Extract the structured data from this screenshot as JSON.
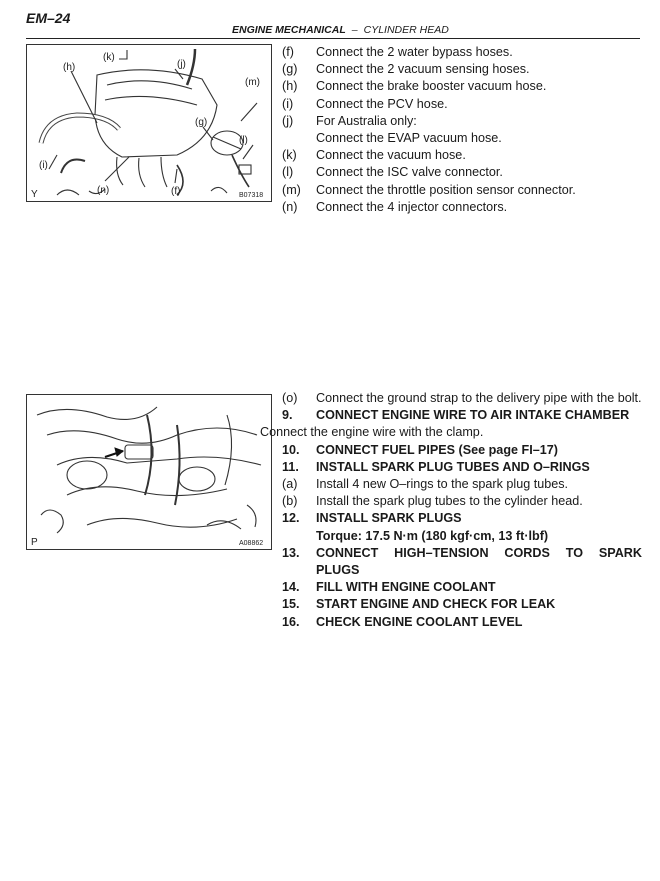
{
  "header": {
    "page_id": "EM–24",
    "section": "ENGINE MECHANICAL",
    "separator": "–",
    "subsection": "CYLINDER HEAD"
  },
  "figure1": {
    "corner_letter": "Y",
    "code": "B07318",
    "callouts": [
      "(k)",
      "(j)",
      "(h)",
      "(m)",
      "(g)",
      "(l)",
      "(i)",
      "(n)",
      "(f)"
    ]
  },
  "figure2": {
    "corner_letter": "P",
    "code": "A08862"
  },
  "steps_block1": [
    {
      "label": "(f)",
      "text": "Connect the 2 water bypass hoses."
    },
    {
      "label": "(g)",
      "text": "Connect the 2 vacuum sensing hoses."
    },
    {
      "label": "(h)",
      "text": "Connect the brake booster vacuum hose."
    },
    {
      "label": "(i)",
      "text": "Connect the PCV hose."
    },
    {
      "label": "(j)",
      "text": "For Australia only:"
    },
    {
      "label": "",
      "text": "Connect the EVAP vacuum hose."
    },
    {
      "label": "(k)",
      "text": "Connect the vacuum hose."
    },
    {
      "label": "(l)",
      "text": "Connect the ISC valve connector."
    },
    {
      "label": "(m)",
      "text": "Connect the throttle position sensor connector."
    },
    {
      "label": "(n)",
      "text": "Connect the 4 injector connectors."
    }
  ],
  "steps_block2": {
    "o": {
      "label": "(o)",
      "text": "Connect the ground strap to the delivery pipe with the bolt."
    },
    "s9": {
      "num": "9.",
      "title": "CONNECT ENGINE WIRE TO AIR INTAKE CHAMBER",
      "note": "Connect the engine wire with the clamp."
    },
    "s10": {
      "num": "10.",
      "title": "CONNECT FUEL PIPES (See page FI–17)"
    },
    "s11": {
      "num": "11.",
      "title": "INSTALL SPARK PLUG TUBES AND O–RINGS"
    },
    "s11a": {
      "label": "(a)",
      "text": "Install 4 new O–rings to the spark plug tubes."
    },
    "s11b": {
      "label": "(b)",
      "text": "Install the spark plug tubes to the cylinder head."
    },
    "s12": {
      "num": "12.",
      "title": "INSTALL SPARK PLUGS",
      "torque": "Torque: 17.5 N·m (180 kgf·cm, 13 ft·lbf)"
    },
    "s13": {
      "num": "13.",
      "title_line1": "CONNECT HIGH–TENSION CORDS TO SPARK",
      "title_line2": "PLUGS"
    },
    "s14": {
      "num": "14.",
      "title": "FILL WITH ENGINE COOLANT"
    },
    "s15": {
      "num": "15.",
      "title": "START ENGINE AND CHECK FOR LEAK"
    },
    "s16": {
      "num": "16.",
      "title": "CHECK ENGINE COOLANT LEVEL"
    }
  }
}
